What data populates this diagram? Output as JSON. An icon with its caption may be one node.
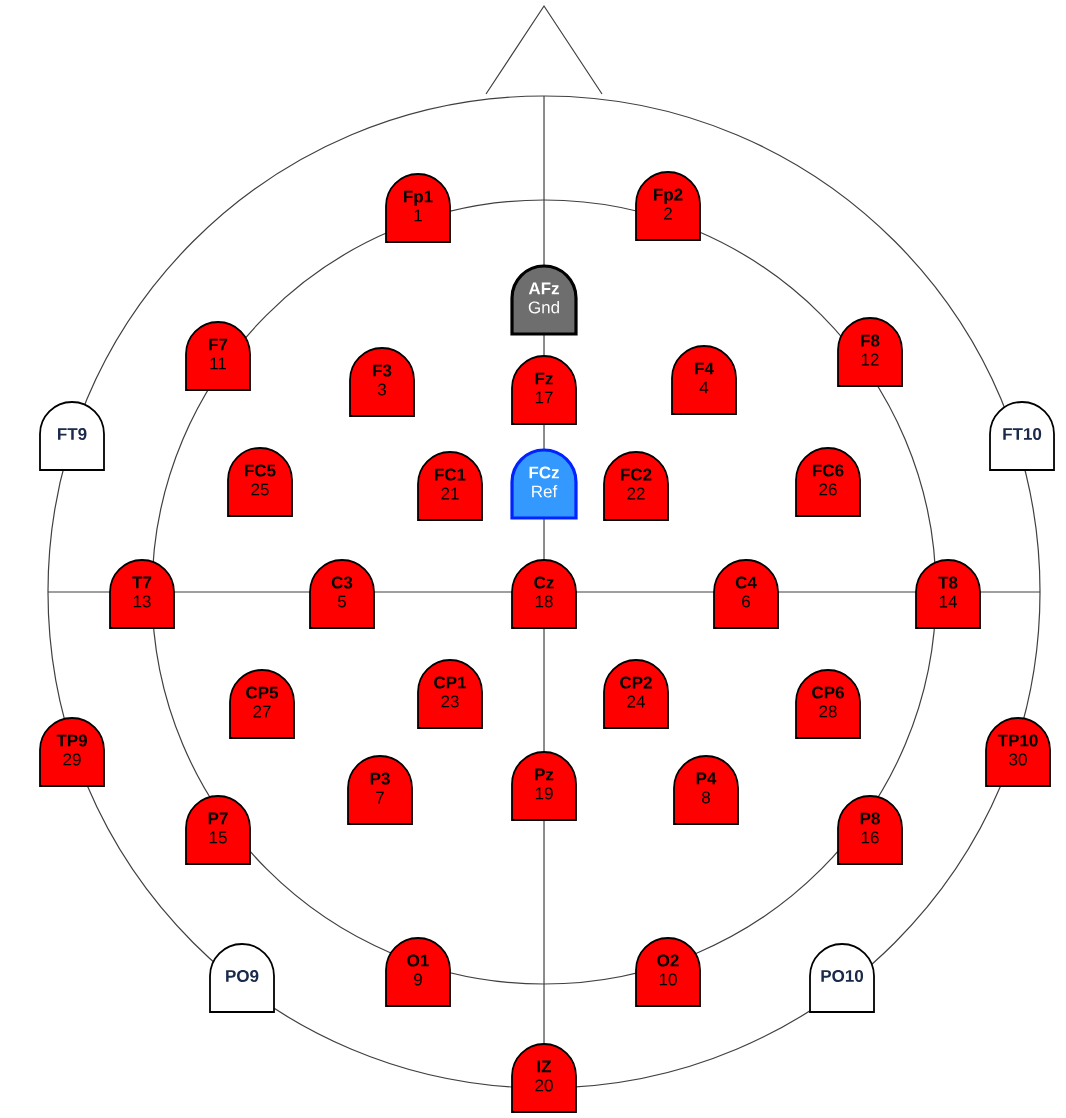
{
  "diagram": {
    "nodes": [
      {
        "text": [
          "Fp1",
          "1"
        ]
      },
      {
        "text": [
          "Fp2",
          "2"
        ]
      },
      {
        "text": [
          "AFz",
          "Gnd"
        ]
      },
      {
        "text": [
          "F7",
          "11"
        ]
      },
      {
        "text": [
          "F8",
          "12"
        ]
      },
      {
        "text": [
          "F3",
          "3"
        ]
      },
      {
        "text": [
          "F4",
          "4"
        ]
      },
      {
        "text": [
          "Fz",
          "17"
        ]
      },
      {
        "text": [
          "FT9"
        ]
      },
      {
        "text": [
          "FT10"
        ]
      },
      {
        "text": [
          "FC5",
          "25"
        ]
      },
      {
        "text": [
          "FC1",
          "21"
        ]
      },
      {
        "text": [
          "FCz",
          "Ref"
        ]
      },
      {
        "text": [
          "FC2",
          "22"
        ]
      },
      {
        "text": [
          "FC6",
          "26"
        ]
      },
      {
        "text": [
          "T7",
          "13"
        ]
      },
      {
        "text": [
          "C3",
          "5"
        ]
      },
      {
        "text": [
          "Cz",
          "18"
        ]
      },
      {
        "text": [
          "C4",
          "6"
        ]
      },
      {
        "text": [
          "T8",
          "14"
        ]
      },
      {
        "text": [
          "CP1",
          "23"
        ]
      },
      {
        "text": [
          "CP2",
          "24"
        ]
      },
      {
        "text": [
          "CP5",
          "27"
        ]
      },
      {
        "text": [
          "CP6",
          "28"
        ]
      },
      {
        "text": [
          "TP9",
          "29"
        ]
      },
      {
        "text": [
          "TP10",
          "30"
        ]
      },
      {
        "text": [
          "Pz",
          "19"
        ]
      },
      {
        "text": [
          "P3",
          "7"
        ]
      },
      {
        "text": [
          "P4",
          "8"
        ]
      },
      {
        "text": [
          "P7",
          "15"
        ]
      },
      {
        "text": [
          "P8",
          "16"
        ]
      },
      {
        "text": [
          "O1",
          "9"
        ]
      },
      {
        "text": [
          "O2",
          "10"
        ]
      },
      {
        "text": [
          "PO9"
        ]
      },
      {
        "text": [
          "PO10"
        ]
      },
      {
        "text": [
          "IZ",
          "20"
        ]
      }
    ]
  }
}
